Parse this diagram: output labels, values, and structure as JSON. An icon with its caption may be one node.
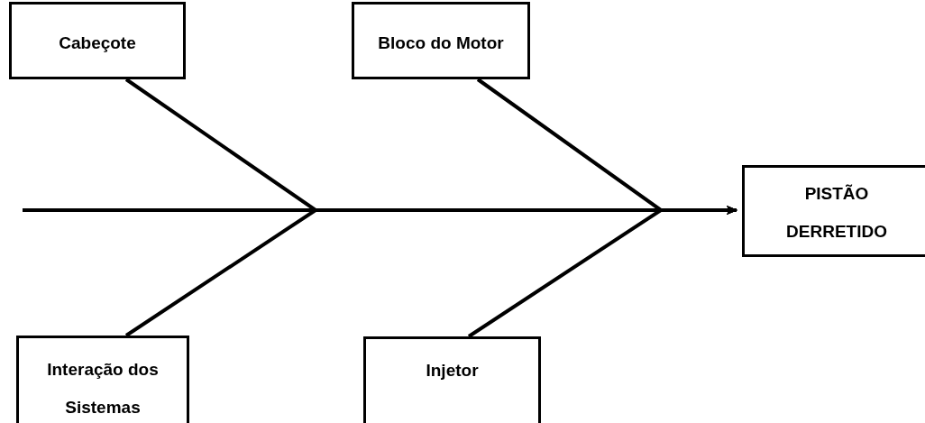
{
  "diagram": {
    "nodes": [
      {
        "text": [
          "Cabeçote"
        ]
      },
      {
        "text": [
          "Bloco do Motor"
        ]
      },
      {
        "text": [
          "PISTÃO DERRETIDO"
        ]
      },
      {
        "text": [
          "Interação dos Sistemas"
        ]
      },
      {
        "text": [
          "Injetor"
        ]
      }
    ],
    "edges": [
      {
        "from": 0,
        "to": 2,
        "arrow": "to"
      },
      {
        "from": 1,
        "to": 2,
        "arrow": "to"
      },
      {
        "from": 3,
        "to": 2,
        "arrow": "to"
      },
      {
        "from": 4,
        "to": 2,
        "arrow": "to"
      },
      {
        "from": null,
        "to": 2,
        "arrow": "to"
      }
    ]
  }
}
